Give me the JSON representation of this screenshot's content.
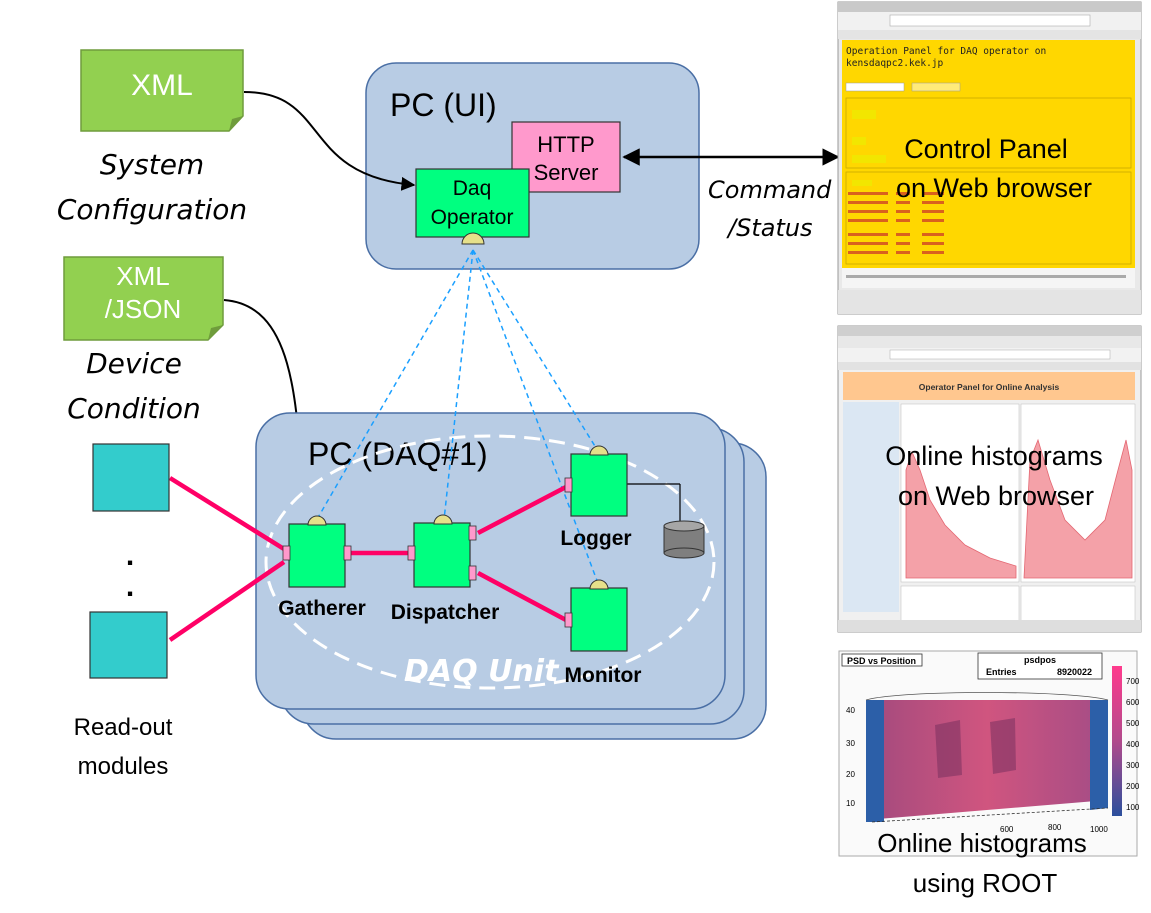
{
  "config_files": {
    "xml_label": "XML",
    "system_config_line1": "System",
    "system_config_line2": "Configuration",
    "xml_json_line1": "XML",
    "xml_json_line2": "/JSON",
    "device_condition_line1": "Device",
    "device_condition_line2": "Condition"
  },
  "pc_ui": {
    "title": "PC (UI)",
    "http_server_line1": "HTTP",
    "http_server_line2": "Server",
    "daq_operator_line1": "Daq",
    "daq_operator_line2": "Operator"
  },
  "link": {
    "command_line1": "Command",
    "command_line2": "/Status"
  },
  "pc_daq": {
    "title": "PC (DAQ#1)",
    "gatherer": "Gatherer",
    "dispatcher": "Dispatcher",
    "logger": "Logger",
    "monitor": "Monitor",
    "daq_unit": "DAQ Unit"
  },
  "readout": {
    "dots": ".",
    "label_line1": "Read-out",
    "label_line2": "modules"
  },
  "control_panel": {
    "title_line1": "Operation Panel for DAQ operator on",
    "title_line2": "kensdaqpc2.kek.jp",
    "caption_line1": "Control Panel",
    "caption_line2": "on Web browser"
  },
  "online_web": {
    "header": "Operator Panel for Online Analysis",
    "caption_line1": "Online histograms",
    "caption_line2": "on Web browser"
  },
  "root_plot": {
    "title": "PSD vs Position",
    "stat_name": "psdpos",
    "entries_label": "Entries",
    "entries_value": "8920022",
    "z_ticks": [
      "700",
      "600",
      "500",
      "400",
      "300",
      "200",
      "100"
    ],
    "y_ticks": [
      "40",
      "30",
      "20",
      "10"
    ],
    "x_ticks": [
      "600",
      "800",
      "1000"
    ],
    "caption_line1": "Online histograms",
    "caption_line2": "using ROOT"
  },
  "colors": {
    "pc_box": "#b8cce4",
    "component": "#00ff80",
    "http_server": "#ff99cc",
    "config_file": "#92d050",
    "readout_module": "#33cccc",
    "data_link": "#ff0066",
    "control_link": "#1a9fff",
    "control_panel_bg": "#ffd700"
  }
}
